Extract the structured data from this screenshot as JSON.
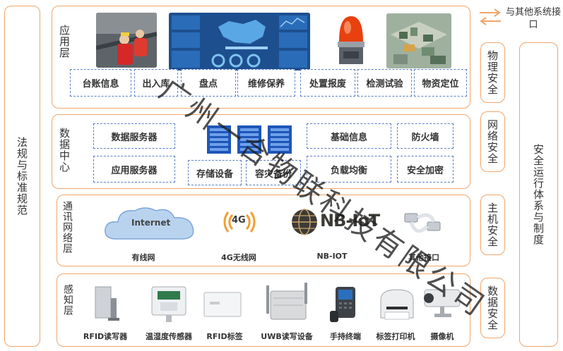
{
  "left_panel": {
    "title": "法规与标准规范"
  },
  "interface": {
    "label": "与其他系统接口",
    "icon": "double-arrow-icon"
  },
  "right_panel": {
    "title": "安全运行体系与制度"
  },
  "security": [
    "物理安全",
    "网络安全",
    "主机安全",
    "数据安全"
  ],
  "layers": {
    "application": {
      "label": "应用层",
      "items": [
        "台账信息",
        "出入库",
        "盘点",
        "维修保养",
        "处置报废",
        "检测试验",
        "物资定位"
      ]
    },
    "datacenter": {
      "label": "数据中心",
      "items": {
        "data_server": "数据服务器",
        "app_server": "应用服务器",
        "storage": "存储设备",
        "backup": "容灾备份",
        "basic_info": "基础信息",
        "firewall": "防火墙",
        "load_balance": "负载均衡",
        "encryption": "安全加密"
      }
    },
    "network": {
      "label": "通讯网络层",
      "items": [
        "有线网",
        "4G无线网",
        "NB-IOT",
        "其他接口"
      ],
      "internet_text": "Internet",
      "fourg_text": "4G",
      "nbiot_text": "NB-IoT"
    },
    "perception": {
      "label": "感知层",
      "items": [
        "RFID读写器",
        "温湿度传感器",
        "RFID标签",
        "UWB读写设备",
        "手持终端",
        "标签打印机",
        "摄像机"
      ]
    }
  },
  "watermark": "广州一合物联科技有限公司",
  "colors": {
    "panel_border": "#f0a56a",
    "dashed_border": "#5b80c8",
    "accent_blue": "#1e56b8"
  }
}
